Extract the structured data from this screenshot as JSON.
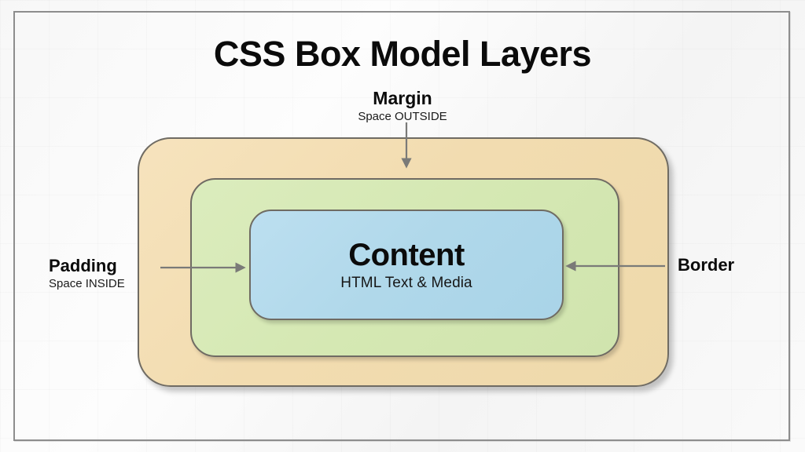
{
  "slide": {
    "title": "CSS Box Model Layers",
    "background_color": "#f8f8f8",
    "frame_color": "#8d8d8d"
  },
  "layers": [
    {
      "key": "margin",
      "name": "Margin",
      "color": "#f2dcb0",
      "border_color": "#6f6b63"
    },
    {
      "key": "border",
      "name": "Border",
      "color": "#d5e8b3",
      "border_color": "#6f6b63"
    },
    {
      "key": "content",
      "name": "Content",
      "color": "#b0d8ea",
      "border_color": "#6f6b63"
    }
  ],
  "content_box": {
    "title": "Content",
    "subtitle": "HTML Text & Media"
  },
  "annotations": [
    {
      "key": "margin",
      "heading": "Margin",
      "subtext": "Space OUTSIDE",
      "arrow_direction": "down",
      "arrow_color": "#7a7a78"
    },
    {
      "key": "padding",
      "heading": "Padding",
      "subtext": "Space INSIDE",
      "arrow_direction": "right",
      "arrow_color": "#7a7a78"
    },
    {
      "key": "border",
      "heading": "Border",
      "subtext": "",
      "arrow_direction": "left",
      "arrow_color": "#7a7a78"
    }
  ]
}
